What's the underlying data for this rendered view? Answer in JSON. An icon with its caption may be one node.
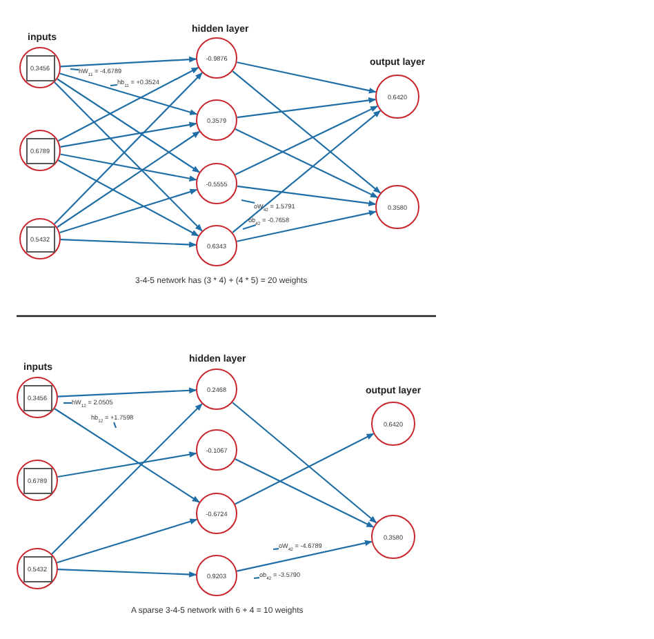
{
  "diagram": {
    "nodes": [
      {
        "text": [
          "0.3456"
        ]
      },
      {
        "text": [
          "0.6789"
        ]
      },
      {
        "text": [
          "0.5432"
        ]
      },
      {
        "text": [
          "-0.9876"
        ]
      },
      {
        "text": [
          "0.3579"
        ]
      },
      {
        "text": [
          "-0.5555"
        ]
      },
      {
        "text": [
          "0.6343"
        ]
      },
      {
        "text": [
          "0.6420"
        ]
      },
      {
        "text": [
          "0.3580"
        ]
      },
      {
        "text": [
          "0.3456"
        ]
      },
      {
        "text": [
          "0.6789"
        ]
      },
      {
        "text": [
          "0.5432"
        ]
      },
      {
        "text": [
          "0.2468"
        ]
      },
      {
        "text": [
          "-0.1067"
        ]
      },
      {
        "text": [
          "-0.6724"
        ]
      },
      {
        "text": [
          "0.9203"
        ]
      },
      {
        "text": [
          "0.6420"
        ]
      },
      {
        "text": [
          "0.3580"
        ]
      },
      {
        "text": [
          "hW$_{11}$ = -4.6789"
        ]
      },
      {
        "text": [
          "hb$_{11}$ = +0.3524"
        ]
      },
      {
        "text": [
          "oW$_{42}$ = 1.5791"
        ]
      },
      {
        "text": [
          "ob$_{42}$ = -0.7658"
        ]
      },
      {
        "text": [
          "hW$_{12}$ = 2.0505"
        ]
      },
      {
        "text": [
          "hb$_{12}$ = +1.7598"
        ]
      },
      {
        "text": [
          "oW$_{42}$ = -4.6789"
        ]
      },
      {
        "text": [
          "ob$_{42}$ = -3.5790"
        ]
      }
    ],
    "edges": [
      {
        "from": 0,
        "to": 3,
        "arrow": "to"
      },
      {
        "from": 0,
        "to": 4,
        "arrow": "to"
      },
      {
        "from": 0,
        "to": 5,
        "arrow": "to"
      },
      {
        "from": 0,
        "to": 6,
        "arrow": "to"
      },
      {
        "from": 1,
        "to": 3,
        "arrow": "to"
      },
      {
        "from": 1,
        "to": 4,
        "arrow": "to"
      },
      {
        "from": 1,
        "to": 5,
        "arrow": "to"
      },
      {
        "from": 1,
        "to": 6,
        "arrow": "to"
      },
      {
        "from": 2,
        "to": 3,
        "arrow": "to"
      },
      {
        "from": 2,
        "to": 4,
        "arrow": "to"
      },
      {
        "from": 2,
        "to": 5,
        "arrow": "to"
      },
      {
        "from": 2,
        "to": 6,
        "arrow": "to"
      },
      {
        "from": 3,
        "to": 7,
        "arrow": "to"
      },
      {
        "from": 3,
        "to": 8,
        "arrow": "to"
      },
      {
        "from": 4,
        "to": 7,
        "arrow": "to"
      },
      {
        "from": 4,
        "to": 8,
        "arrow": "to"
      },
      {
        "from": 5,
        "to": 7,
        "arrow": "to"
      },
      {
        "from": 5,
        "to": 8,
        "arrow": "to"
      },
      {
        "from": 6,
        "to": 7,
        "arrow": "to"
      },
      {
        "from": 6,
        "to": 8,
        "arrow": "to"
      },
      {
        "from": 9,
        "to": 12,
        "arrow": "to"
      },
      {
        "from": 9,
        "to": 14,
        "arrow": "to"
      },
      {
        "from": 10,
        "to": 13,
        "arrow": "to"
      },
      {
        "from": 11,
        "to": 12,
        "arrow": "to"
      },
      {
        "from": 11,
        "to": 14,
        "arrow": "to"
      },
      {
        "from": 11,
        "to": 15,
        "arrow": "to"
      },
      {
        "from": 12,
        "to": 17,
        "arrow": "to"
      },
      {
        "from": 13,
        "to": 17,
        "arrow": "to"
      },
      {
        "from": 14,
        "to": 16,
        "arrow": "to"
      },
      {
        "from": 15,
        "to": 17,
        "arrow": "to"
      },
      {
        "from": 18,
        "to": null,
        "arrow": "none"
      },
      {
        "from": 19,
        "to": null,
        "arrow": "none"
      },
      {
        "from": 20,
        "to": null,
        "arrow": "none"
      },
      {
        "from": 21,
        "to": null,
        "arrow": "none"
      },
      {
        "from": 22,
        "to": null,
        "arrow": "none"
      },
      {
        "from": 23,
        "to": null,
        "arrow": "none"
      },
      {
        "from": 24,
        "to": null,
        "arrow": "none"
      },
      {
        "from": 25,
        "to": null,
        "arrow": "none"
      }
    ],
    "labels": [
      "inputs",
      "hidden layer",
      "output layer",
      "3-4-5 network has (3 * 4) + (4 * 5) = 20 weights",
      "inputs",
      "hidden layer",
      "output layer",
      "A sparse 3-4-5 network with 6 + 4 = 10 weights"
    ]
  }
}
